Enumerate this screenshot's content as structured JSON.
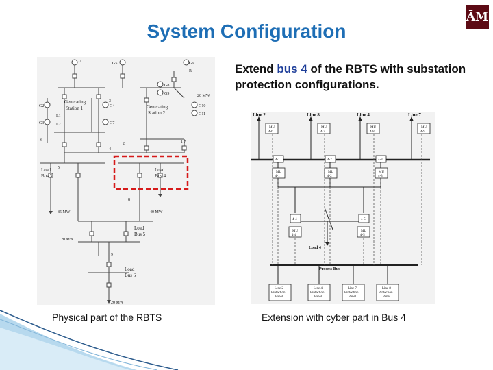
{
  "slide": {
    "title": "System Configuration",
    "intro_part1": "Extend ",
    "intro_bus": "bus 4",
    "intro_part2": " of the RBTS with substation protection configurations.",
    "caption_left": "Physical part of the RBTS",
    "caption_right_part1": "Extension with cyber part in ",
    "caption_right_bus": "Bus 4",
    "logo_text": "ĀM"
  },
  "rbts": {
    "generators": [
      "G1",
      "G2",
      "G3",
      "G4",
      "G5",
      "G6",
      "G7",
      "G8",
      "G9",
      "G10",
      "G11"
    ],
    "station1": [
      "Generating",
      "Station 1"
    ],
    "station2": [
      "Generating",
      "Station 2"
    ],
    "load_bus3": [
      "Load",
      "Bus 3"
    ],
    "load_bus4": [
      "Load",
      "Bus 4"
    ],
    "load_bus5": [
      "Load",
      "Bus 5"
    ],
    "load_bus6": [
      "Load",
      "Bus 6"
    ],
    "bus_numbers": [
      "1",
      "2",
      "3",
      "4",
      "5",
      "6",
      "7",
      "8",
      "9",
      "L1",
      "L2",
      "R"
    ],
    "mw_labels": [
      "20 MW",
      "85 MW",
      "40 MW",
      "20 MW",
      "20 MW"
    ]
  },
  "cyber": {
    "lines": [
      "Line 2",
      "Line 8",
      "Line 4",
      "Line 7"
    ],
    "top_mus": [
      [
        "MU",
        "4-6"
      ],
      [
        "MU",
        "4-7"
      ],
      [
        "MU",
        "4-8"
      ],
      [
        "MU",
        "4-9"
      ]
    ],
    "breakers_upper": [
      "4-1",
      "4-2",
      "4-3"
    ],
    "mid_mus": [
      [
        "MU",
        "4-1"
      ],
      [
        "MU",
        "4-2"
      ],
      [
        "MU",
        "4-3"
      ]
    ],
    "breakers_lower": [
      "4-4",
      "4-5"
    ],
    "low_mus": [
      [
        "MU",
        "4-4"
      ],
      [
        "MU",
        "4-5"
      ]
    ],
    "load_label": "Load 4",
    "process_bus": "Process Bus",
    "panels": [
      [
        "Line 2",
        "Protection",
        "Panel"
      ],
      [
        "Line 4",
        "Protection",
        "Panel"
      ],
      [
        "Line 7",
        "Protection",
        "Panel"
      ],
      [
        "Line 8",
        "Protection",
        "Panel"
      ]
    ]
  },
  "colors": {
    "title": "#1e6eb5",
    "highlight": "#1f3f9a",
    "dashed_box": "#d61a1a",
    "logo": "#5c0a14"
  }
}
